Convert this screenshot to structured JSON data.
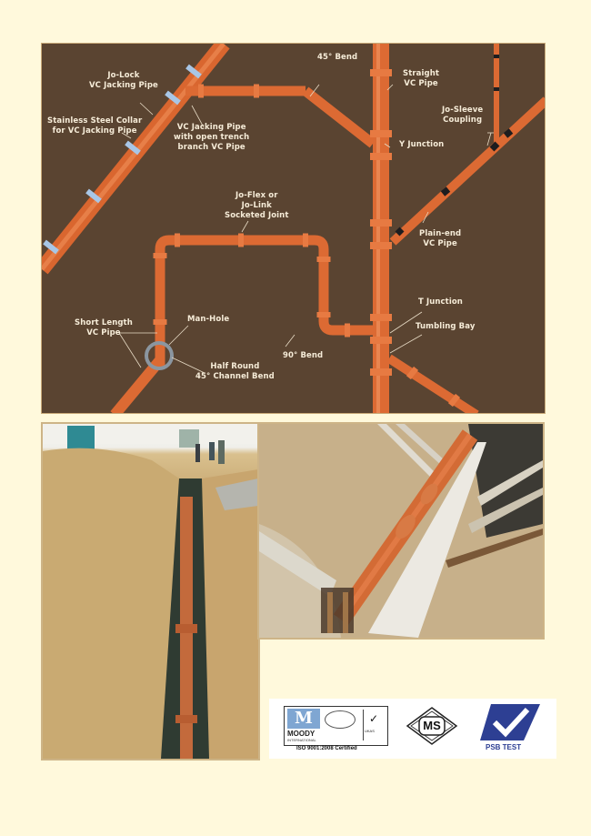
{
  "diagram": {
    "background_color": "#5a4431",
    "pipe_color": "#e0703a",
    "labels": {
      "jo_lock": [
        "Jo-Lock",
        "VC Jacking Pipe"
      ],
      "stainless_collar": [
        "Stainless Steel Collar",
        "for VC Jacking Pipe"
      ],
      "vc_jacking_open_trench": [
        "VC Jacking Pipe",
        "with open trench",
        "branch VC Pipe"
      ],
      "bend_45": "45° Bend",
      "straight_vc_pipe": [
        "Straight",
        "VC Pipe"
      ],
      "jo_sleeve": [
        "Jo-Sleeve",
        "Coupling"
      ],
      "y_junction": "Y Junction",
      "jo_flex": [
        "Jo-Flex or",
        "Jo-Link",
        "Socketed Joint"
      ],
      "plain_end": [
        "Plain-end",
        "VC Pipe"
      ],
      "short_length": [
        "Short Length",
        "VC Pipe"
      ],
      "man_hole": "Man-Hole",
      "t_junction": "T Junction",
      "tumbling_bay": "Tumbling Bay",
      "bend_90": "90° Bend",
      "half_round": [
        "Half Round",
        "45° Channel Bend"
      ]
    }
  },
  "photos": [
    {
      "name": "trench-installation-photo",
      "description": "Workers laying VC pipe in a deep excavated trench"
    },
    {
      "name": "pipe-bedding-photo",
      "description": "VC pipeline laid on concrete bedding inside shored trench"
    }
  ],
  "certifications": {
    "moody": {
      "name": "MOODY",
      "sub": "INTERNATIONAL",
      "caption": "ISO 9001:2008 Certified",
      "ukas": "UKAS"
    },
    "ms": {
      "text": "MS"
    },
    "psb": {
      "text": "PSB TEST",
      "color": "#2d3f93"
    }
  }
}
